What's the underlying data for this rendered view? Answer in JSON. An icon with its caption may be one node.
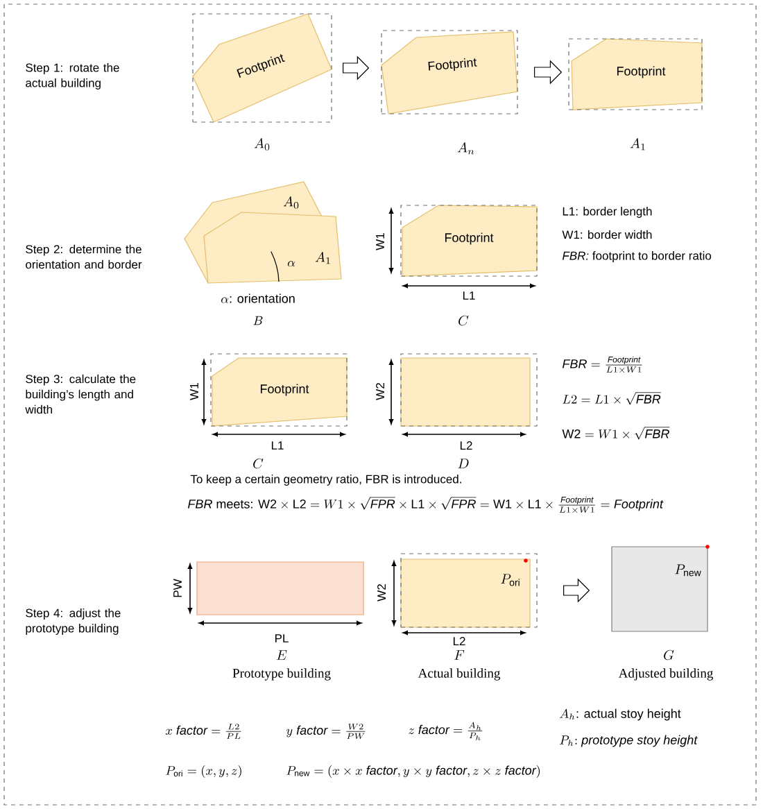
{
  "diagram": {
    "nodes": [
      {
        "text": [
          "Footprint"
        ],
        "beside": [
          "A_0"
        ]
      },
      {
        "text": [
          "Footprint"
        ],
        "beside": [
          "A_n"
        ]
      },
      {
        "text": [
          "Footprint"
        ],
        "beside": [
          "A_1"
        ]
      },
      {
        "text": [
          "A_0"
        ]
      },
      {
        "text": [
          "A_1"
        ]
      },
      {
        "text": [
          "Footprint"
        ],
        "beside": [
          "C"
        ]
      },
      {
        "text": [
          "Footprint"
        ],
        "beside": [
          "C"
        ]
      },
      {
        "text": [],
        "shape": "box",
        "beside": [
          "D"
        ]
      },
      {
        "text": [],
        "shape": "box",
        "beside": [
          "E",
          "Prototype building"
        ]
      },
      {
        "text": [
          "P_{\\mathrm{ori}}"
        ],
        "beside": [
          "F",
          "Actual  building"
        ]
      },
      {
        "text": [
          "P_{\\mathrm{new}}"
        ],
        "beside": [
          "G",
          "Adjusted  building"
        ]
      }
    ],
    "edges": [
      {
        "from": 0,
        "to": 1,
        "arrow": "to"
      },
      {
        "from": 1,
        "to": 2,
        "arrow": "to"
      },
      {
        "from": 9,
        "to": 10,
        "arrow": "to"
      }
    ],
    "labels": [
      "Step 1: rotate the actual building",
      "Step 2: determine the orientation and border",
      "\\alpha",
      "\\alpha\\mbox{: orientation}",
      "B",
      "W1",
      "L1",
      "L1: border length",
      "W1: border width",
      "*FBR:* footprint to border ratio",
      "Step 3: calculate the building’s length and width",
      "W1",
      "L1",
      "W2",
      "L2",
      "\\mathit{FBR}=\\frac{\\mathit{Footprint}}{L1\\times W1}",
      "L2=L1\\times\\sqrt{\\mathit{FBR}}",
      "\\mathrm{W2}=W1\\times\\sqrt{\\mathit{FBR}}",
      "To keep a certain geometry ratio, FBR is introduced.",
      "\\mathit{FBR}\\mbox{ meets: }\\mathrm{W2}\\times\\mathrm{L2}=W1\\times\\sqrt{\\mathit{FPR}}\\times\\mathrm{L1}\\times\\sqrt{\\mathit{FPR}}=\\mathrm{W1}\\times\\mathrm{L1}\\times\\frac{\\mathit{Footprint}}{L1\\times W1}=\\mathit{Footprint}",
      "Step 4: adjust the prototype building",
      "PW",
      "PL",
      "W2",
      "L2",
      "x\\ \\mathit{factor}=\\frac{L2}{PL}",
      "y\\ \\mathit{factor}=\\frac{W2}{PW}",
      "z\\ \\mathit{factor}=\\frac{A_h}{P_h}",
      "A_h\\mbox{: actual stoy height}",
      "P_h\\mathit{:prototype\\ stoy\\ height}",
      "P_{\\mathrm{ori}}=(x,y,z)",
      "P_{\\mathrm{new}}=(x\\times x\\ \\mathit{factor},y\\times y\\ \\mathit{factor},z\\times z\\ \\mathit{factor})"
    ]
  }
}
